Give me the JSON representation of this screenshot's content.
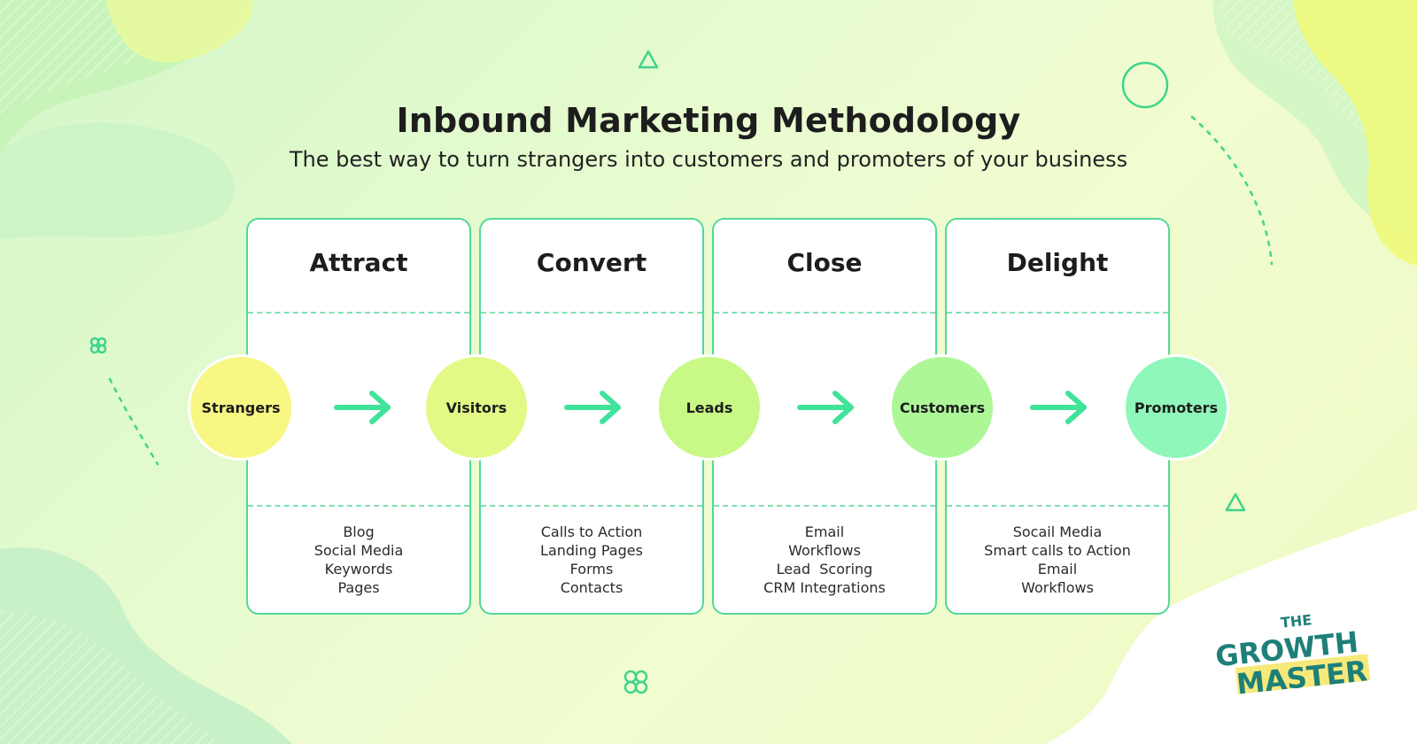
{
  "title": "Inbound Marketing Methodology",
  "subtitle": "The best way to turn strangers into customers and promoters of your business",
  "colors": {
    "card_border": "#52d99a",
    "arrow": "#3fe39a",
    "strangers": "#f8f784",
    "visitors": "#e2f986",
    "leads": "#c8f886",
    "customers": "#adf797",
    "promoters": "#8ef7b9"
  },
  "stages": [
    "Strangers",
    "Visitors",
    "Leads",
    "Customers",
    "Promoters"
  ],
  "phases": [
    {
      "title": "Attract",
      "items": [
        "Blog",
        "Social Media",
        "Keywords",
        "Pages"
      ]
    },
    {
      "title": "Convert",
      "items": [
        "Calls to Action",
        "Landing Pages",
        "Forms",
        "Contacts"
      ]
    },
    {
      "title": "Close",
      "items": [
        "Email",
        "Workflows",
        "Lead  Scoring",
        "CRM Integrations"
      ]
    },
    {
      "title": "Delight",
      "items": [
        "Socail Media",
        "Smart calls to Action",
        "Email",
        "Workflows"
      ]
    }
  ],
  "logo": {
    "line1": "THE",
    "line2": "GROWTH",
    "line3": "MASTER"
  }
}
